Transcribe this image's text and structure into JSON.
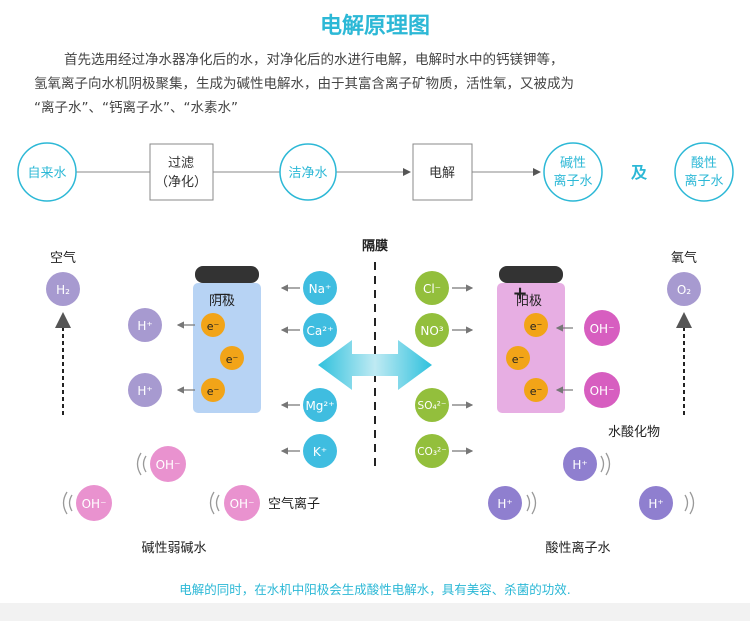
{
  "title": "电解原理图",
  "intro": [
    "首先选用经过净水器净化后的水，对净化后的水进行电解，电解时水中的钙镁钾等，",
    "氢氧离子向水机阴极聚集，生成为碱性电解水，由于其富含离子矿物质，活性氧，又被成为",
    "“离子水”、“钙离子水”、“水素水”"
  ],
  "flow": {
    "tap_water": "自来水",
    "filter_line1": "过滤",
    "filter_line2": "（净化）",
    "clean_water": "洁净水",
    "electrolysis": "电解",
    "alkaline_line1": "碱性",
    "alkaline_line2": "离子水",
    "and": "及",
    "acidic_line1": "酸性",
    "acidic_line2": "离子水"
  },
  "membrane": "隔膜",
  "cathode": {
    "sign": "—",
    "label": "阴极",
    "electron": "e⁻"
  },
  "anode": {
    "sign": "+",
    "label": "阳极",
    "electron": "e⁻"
  },
  "left_gas": {
    "label": "空气",
    "symbol": "H₂"
  },
  "right_gas": {
    "label": "氧气",
    "symbol": "O₂"
  },
  "left_cations": [
    "Na⁺",
    "Ca²⁺",
    "Mg²⁺",
    "K⁺"
  ],
  "right_anions": [
    "Cl⁻",
    "NO³",
    "SO₄²⁻",
    "CO₃²⁻"
  ],
  "h_plus": "H⁺",
  "oh_minus": "OH⁻",
  "hydroxide_label": "水酸化物",
  "air_ion_label": "空气离子",
  "alkaline_water_label": "碱性弱碱水",
  "acidic_water_label": "酸性离子水",
  "footer": "电解的同时，在水机中阳极会生成酸性电解水，具有美容、杀菌的功效.",
  "colors": {
    "accent": "#2cb8d6",
    "cation": "#3fbde0",
    "anion": "#93bf3c",
    "h_plus": "#a79ad0",
    "oh_minus": "#e277c2",
    "electron": "#f2a418",
    "cathode_body": "#b7d3f4",
    "anode_body": "#e7aee3"
  }
}
